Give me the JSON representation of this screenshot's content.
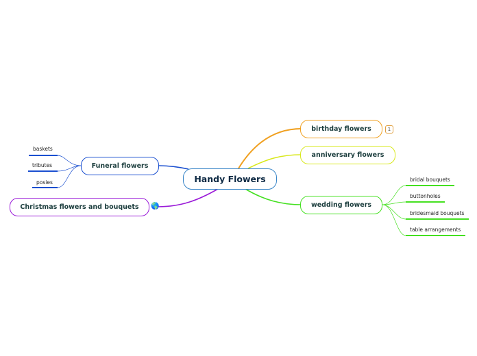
{
  "central": {
    "label": "Handy Flowers",
    "color": "#3a86c8"
  },
  "branches": {
    "birthday": {
      "label": "birthday flowers",
      "color": "#f0a020",
      "badge": "1"
    },
    "anniversary": {
      "label": "anniversary flowers",
      "color": "#d8e81a"
    },
    "wedding": {
      "label": "wedding flowers",
      "color": "#44e020",
      "children": [
        "bridal bouquets",
        "buttonholes",
        "bridesmaid bouquets",
        "table arrangements"
      ]
    },
    "funeral": {
      "label": "Funeral flowers",
      "color": "#1a4fd0",
      "children": [
        "baskets",
        "tributes",
        "posies"
      ]
    },
    "christmas": {
      "label": "Christmas flowers and bouquets",
      "color": "#9a1ad8",
      "icon": "globe-icon"
    }
  }
}
